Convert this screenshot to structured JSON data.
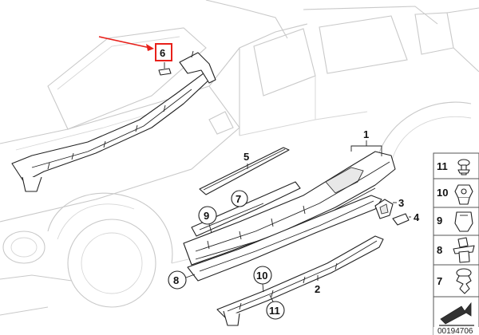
{
  "callouts": {
    "c1": "1",
    "c2": "2",
    "c3": "3",
    "c4": "4",
    "c5": "5",
    "c6": "6",
    "c7": "7",
    "c8": "8",
    "c9": "9",
    "c10": "10",
    "c11": "11"
  },
  "legend": {
    "items": [
      "11",
      "10",
      "9",
      "8",
      "7"
    ]
  },
  "doc_id": "00194706",
  "colors": {
    "highlight_arrow": "#e8201a",
    "highlight_box": "#e8201a",
    "line_art": "#222222",
    "car_outline": "#c9c9c9"
  }
}
